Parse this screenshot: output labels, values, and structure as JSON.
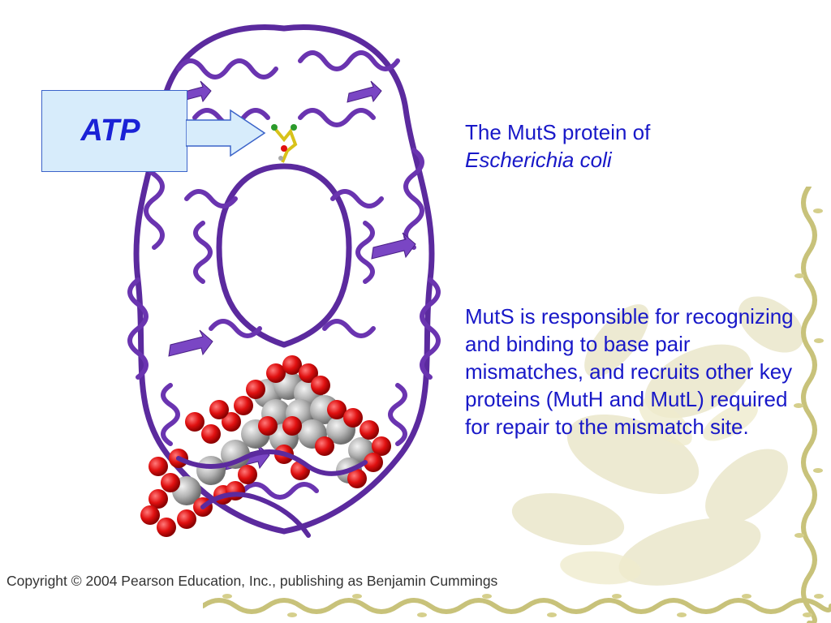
{
  "figure": {
    "callout_label": "ATP"
  },
  "caption": {
    "title_line1": "The MutS protein of",
    "title_species": "Escherichia coli",
    "body": "MutS is responsible for recognizing and binding to base pair mismatches, and recruits other key proteins (MutH and MutL) required for repair to the mismatch site."
  },
  "footer": {
    "copyright": "Copyright © 2004 Pearson Education, Inc., publishing as Benjamin Cummings"
  },
  "colors": {
    "caption_text": "#1818c8",
    "callout_fill": "#d7ecfb",
    "callout_border": "#3b63c9",
    "protein_ribbon": "#5b2a9e",
    "dna_red": "#e01010",
    "dna_gray": "#a8a8a8",
    "vine": "#c8c27a"
  }
}
